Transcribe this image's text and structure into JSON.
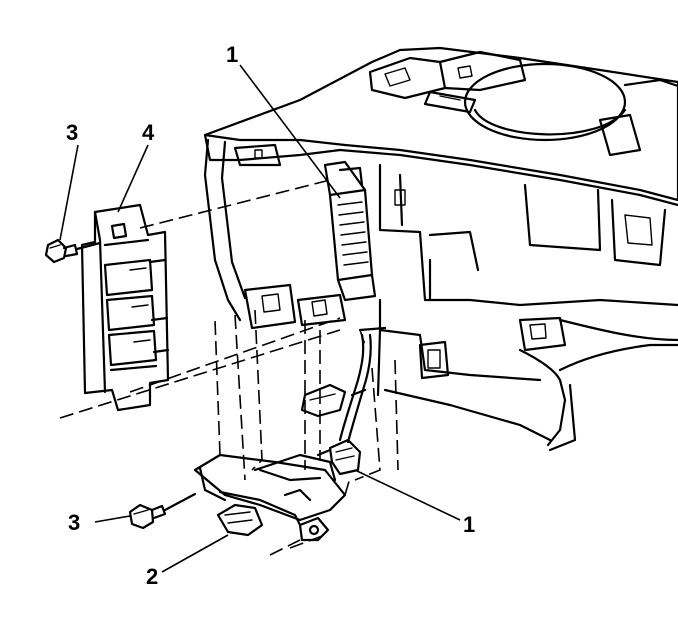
{
  "callouts": {
    "c1_top": "1",
    "c1_bottom": "1",
    "c2": "2",
    "c3_top": "3",
    "c3_bottom": "3",
    "c4": "4"
  },
  "colors": {
    "line": "#000000",
    "background": "#ffffff"
  }
}
